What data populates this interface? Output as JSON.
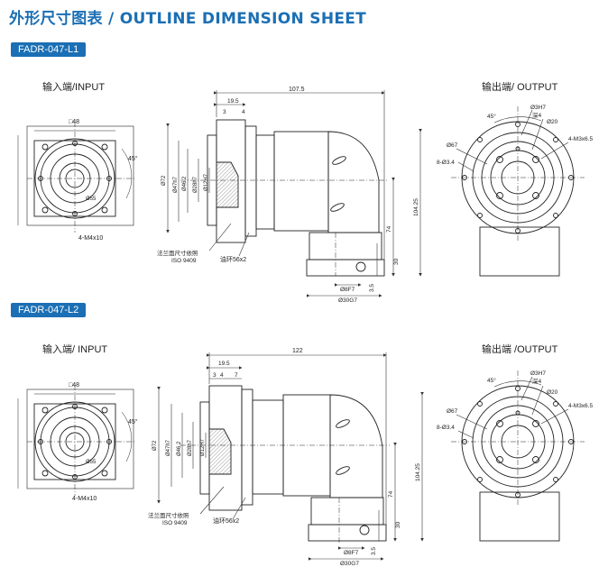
{
  "page": {
    "title": "外形尺寸图表 / OUTLINE DIMENSION SHEET"
  },
  "models": [
    {
      "name": "FADR-047-L1",
      "input_label": "输入端/INPUT",
      "output_label": "输出端/ OUTPUT",
      "input": {
        "square": "□48",
        "bolt": "4-M4x10",
        "angle": "45°",
        "diameter": "Ø55"
      },
      "side": {
        "total_length": "107.5",
        "d1": "19.5",
        "d2": "4",
        "d3": "3",
        "dia72": "Ø72",
        "dia47": "Ø47h7",
        "dia46": "Ø46.2",
        "dia28": "Ø28h7",
        "dia12": "Ø12H7",
        "flange_note": "法兰面尺寸依照",
        "iso": "ISO 9409",
        "seal": "油环56x2",
        "h104": "104.25",
        "h74": "74",
        "h30": "30",
        "h35": "3.5",
        "d8": "Ø8F7",
        "d30": "Ø30G7"
      },
      "output": {
        "angle": "45°",
        "d3": "Ø3H7",
        "depth": "深4",
        "d20": "Ø20",
        "thread": "4-M3x6.5",
        "d67": "Ø67",
        "holes": "8-Ø3.4"
      }
    },
    {
      "name": "FADR-047-L2",
      "input_label": "输入端/ INPUT",
      "output_label": "输出端 /OUTPUT",
      "input": {
        "square": "□48",
        "bolt": "4-M4x10",
        "angle": "45°",
        "diameter": "Ø55"
      },
      "side": {
        "total_length": "122",
        "d1": "19.5",
        "d2": "4",
        "d3": "3",
        "d4": "7",
        "dia72": "Ø72",
        "dia47": "Ø47h7",
        "dia46": "Ø46.2",
        "dia28": "Ø28h7",
        "dia12": "Ø12H7",
        "flange_note": "法兰面尺寸依照",
        "iso": "ISO 9409",
        "seal": "油环56x2",
        "h104": "104.25",
        "h74": "74",
        "h30": "30",
        "h35": "3.5",
        "d8": "Ø8F7",
        "d30": "Ø30G7"
      },
      "output": {
        "angle": "45°",
        "d3": "Ø3H7",
        "depth": "深4",
        "d20": "Ø20",
        "thread": "4-M3x6.5",
        "d67": "Ø67",
        "holes": "8-Ø3.4"
      }
    }
  ]
}
